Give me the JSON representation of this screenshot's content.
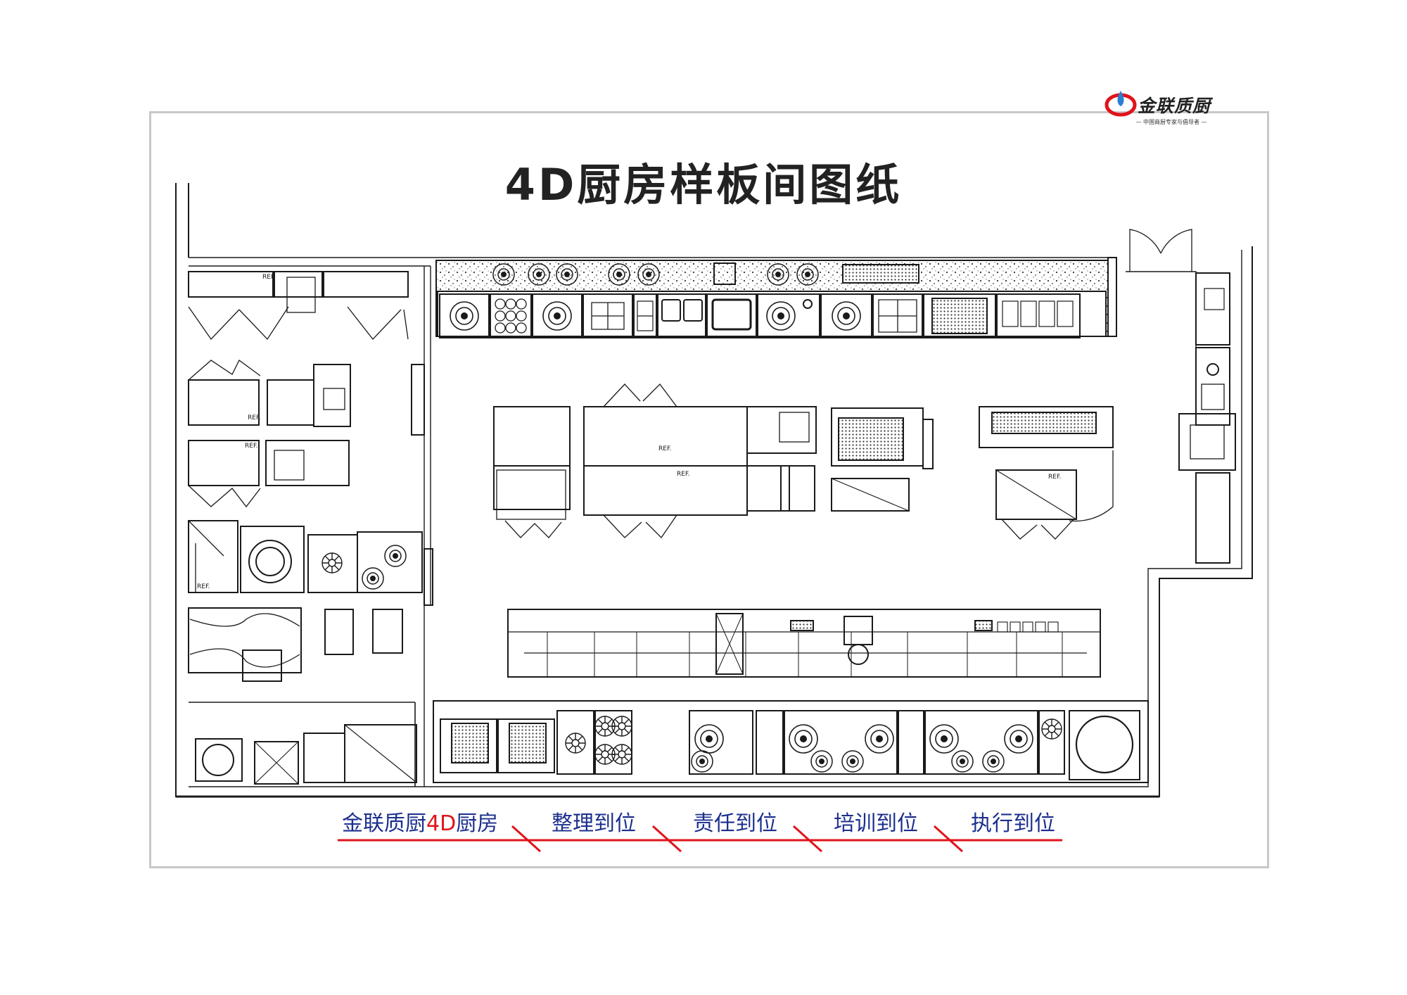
{
  "title": "4D厨房样板间图纸",
  "logo": {
    "name": "金联质厨",
    "slogan": "— 中国商厨专家与倡导者 —",
    "colors": {
      "flame": "#e0141b",
      "drop": "#2a7fd4"
    }
  },
  "slogans": {
    "brand_prefix": "金联质厨",
    "brand_highlight": "4D",
    "brand_suffix": "厨房",
    "item1": "整理到位",
    "item2": "责任到位",
    "item3": "培训到位",
    "item4": "执行到位"
  },
  "plan_labels": {
    "ref": "REF."
  },
  "colors": {
    "line": "#1a1a1a",
    "slogan_text": "#1c2f8e",
    "slogan_line": "#e0141b",
    "frame": "#c8c8c8"
  }
}
